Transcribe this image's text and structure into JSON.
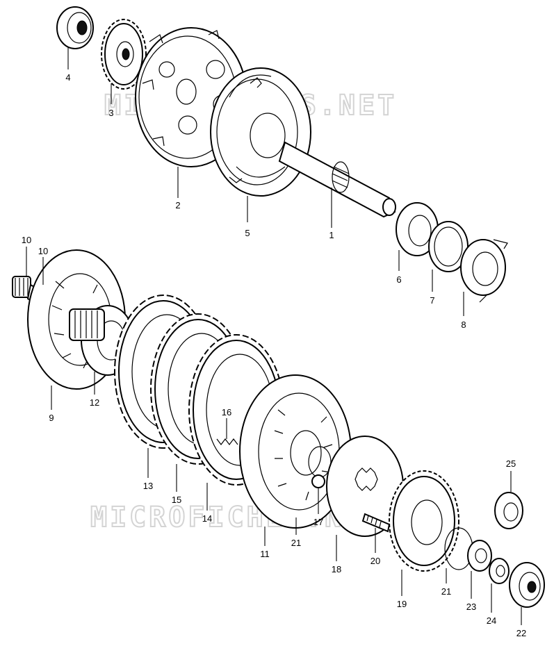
{
  "watermarks": [
    "MICROFICHES.NET",
    "MICROFICHES.NET"
  ],
  "callouts": [
    {
      "id": "c4",
      "label": "4"
    },
    {
      "id": "c3",
      "label": "3"
    },
    {
      "id": "c2",
      "label": "2"
    },
    {
      "id": "c5",
      "label": "5"
    },
    {
      "id": "c1",
      "label": "1"
    },
    {
      "id": "c6",
      "label": "6"
    },
    {
      "id": "c7",
      "label": "7"
    },
    {
      "id": "c8",
      "label": "8"
    },
    {
      "id": "c10a",
      "label": "10"
    },
    {
      "id": "c10b",
      "label": "10"
    },
    {
      "id": "c9",
      "label": "9"
    },
    {
      "id": "c12",
      "label": "12"
    },
    {
      "id": "c13",
      "label": "13"
    },
    {
      "id": "c15",
      "label": "15"
    },
    {
      "id": "c14",
      "label": "14"
    },
    {
      "id": "c16",
      "label": "16"
    },
    {
      "id": "c11",
      "label": "11"
    },
    {
      "id": "c21a",
      "label": "21"
    },
    {
      "id": "c17",
      "label": "17"
    },
    {
      "id": "c18",
      "label": "18"
    },
    {
      "id": "c20",
      "label": "20"
    },
    {
      "id": "c19",
      "label": "19"
    },
    {
      "id": "c21b",
      "label": "21"
    },
    {
      "id": "c23",
      "label": "23"
    },
    {
      "id": "c24",
      "label": "24"
    },
    {
      "id": "c25",
      "label": "25"
    },
    {
      "id": "c22",
      "label": "22"
    }
  ]
}
